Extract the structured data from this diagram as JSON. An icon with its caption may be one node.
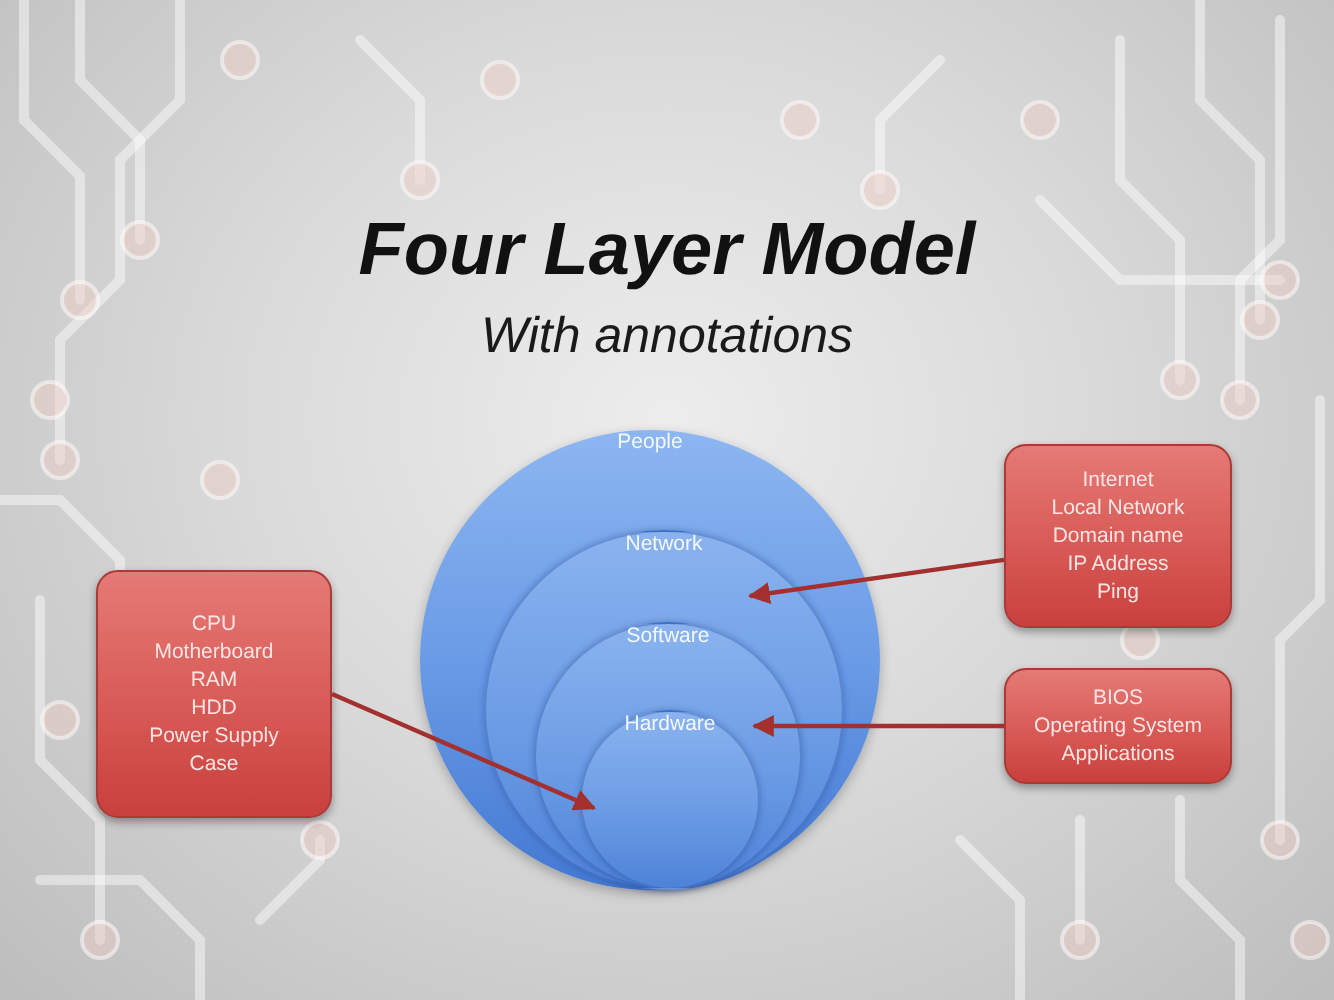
{
  "diagram": {
    "title": "Four Layer Model",
    "nodes": [
      {
        "text": [
          "People"
        ]
      },
      {
        "text": [
          "Network"
        ],
        "in": 0
      },
      {
        "text": [
          "Software"
        ],
        "in": 1
      },
      {
        "text": [
          "Hardware"
        ],
        "in": 2
      },
      {
        "text": [
          "CPU",
          "Motherboard",
          "RAM",
          "HDD",
          "Power Supply",
          "Case"
        ]
      },
      {
        "text": [
          "Internet",
          "Local Network",
          "Domain name",
          "IP Address",
          "Ping"
        ]
      },
      {
        "text": [
          "BIOS",
          "Operating System",
          "Applications"
        ]
      }
    ],
    "edges": [
      {
        "from": 4,
        "to": 3,
        "arrow": "to"
      },
      {
        "from": 5,
        "to": 1,
        "arrow": "to"
      },
      {
        "from": 6,
        "to": 2,
        "arrow": "to"
      }
    ],
    "labels": [
      "With annotations"
    ]
  }
}
